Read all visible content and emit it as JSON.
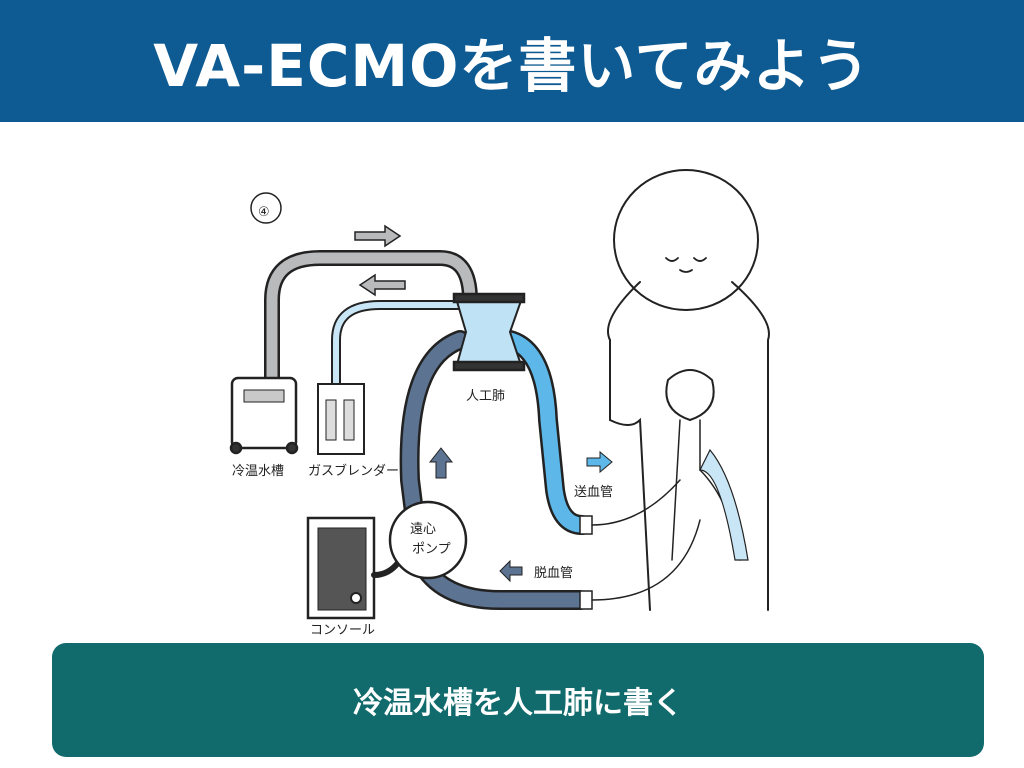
{
  "header": {
    "title": "VA-ECMOを書いてみよう"
  },
  "diagram": {
    "step": "④",
    "labels": {
      "oxygenator": "人工肺",
      "water_tank": "冷温水槽",
      "gas_blender": "ガスブレンダー",
      "pump": [
        "遠心",
        "ポンプ"
      ],
      "console": "コンソール",
      "return_cannula": "送血管",
      "drain_cannula": "脱血管"
    },
    "colors": {
      "water_line": "#b9babc",
      "gas_line": "#c9e6f7",
      "arterial": "#5db7e8",
      "venous": "#5c7391"
    }
  },
  "caption": {
    "text": "冷温水槽を人工肺に書く"
  }
}
